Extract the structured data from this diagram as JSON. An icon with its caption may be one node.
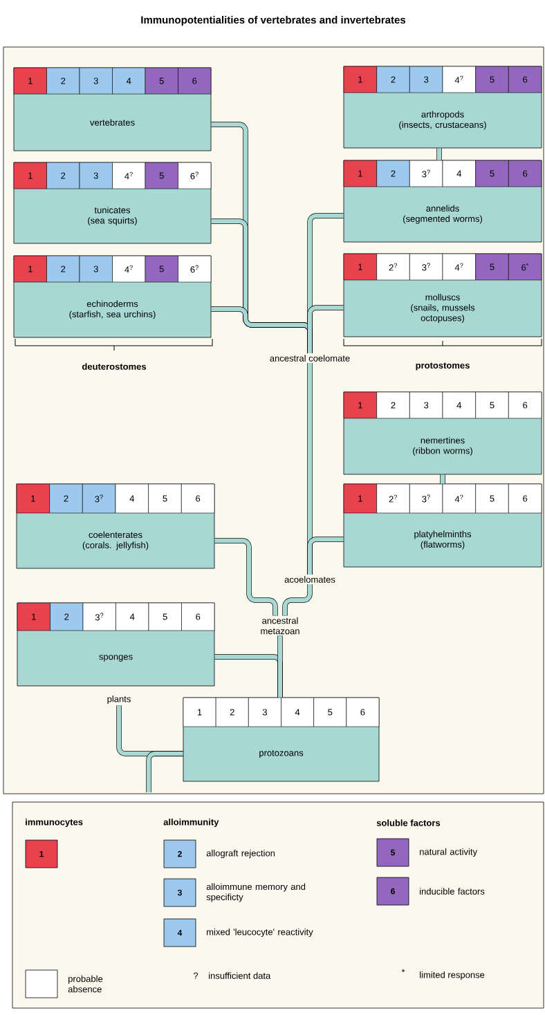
{
  "diagram": {
    "title": "Immunopotentialities of vertebrates and invertebrates",
    "nodes": [
      {
        "text": [
          "vertebrates"
        ]
      },
      {
        "text": [
          "1"
        ],
        "in": 0
      },
      {
        "text": [
          "2"
        ],
        "in": 0
      },
      {
        "text": [
          "3"
        ],
        "in": 0
      },
      {
        "text": [
          "4"
        ],
        "in": 0
      },
      {
        "text": [
          "5"
        ],
        "in": 0
      },
      {
        "text": [
          "6"
        ],
        "in": 0
      },
      {
        "text": [
          "arthropods",
          "(insects, crustaceans)"
        ]
      },
      {
        "text": [
          "1"
        ],
        "in": 7
      },
      {
        "text": [
          "2"
        ],
        "in": 7
      },
      {
        "text": [
          "3"
        ],
        "in": 7
      },
      {
        "text": [
          "4$^{?}$"
        ],
        "in": 7
      },
      {
        "text": [
          "5"
        ],
        "in": 7
      },
      {
        "text": [
          "6"
        ],
        "in": 7
      },
      {
        "text": [
          "tunicates",
          "(sea squirts)"
        ]
      },
      {
        "text": [
          "1"
        ],
        "in": 14
      },
      {
        "text": [
          "2"
        ],
        "in": 14
      },
      {
        "text": [
          "3"
        ],
        "in": 14
      },
      {
        "text": [
          "4$^{?}$"
        ],
        "in": 14
      },
      {
        "text": [
          "5"
        ],
        "in": 14
      },
      {
        "text": [
          "6$^{?}$"
        ],
        "in": 14
      },
      {
        "text": [
          "annelids",
          "(segmented worms)"
        ]
      },
      {
        "text": [
          "1"
        ],
        "in": 21
      },
      {
        "text": [
          "2"
        ],
        "in": 21
      },
      {
        "text": [
          "3$^{?}$"
        ],
        "in": 21
      },
      {
        "text": [
          "4"
        ],
        "in": 21
      },
      {
        "text": [
          "5"
        ],
        "in": 21
      },
      {
        "text": [
          "6"
        ],
        "in": 21
      },
      {
        "text": [
          "echinoderms",
          "(starfish, sea urchins)"
        ]
      },
      {
        "text": [
          "1"
        ],
        "in": 28
      },
      {
        "text": [
          "2"
        ],
        "in": 28
      },
      {
        "text": [
          "3"
        ],
        "in": 28
      },
      {
        "text": [
          "4$^{?}$"
        ],
        "in": 28
      },
      {
        "text": [
          "5"
        ],
        "in": 28
      },
      {
        "text": [
          "6$^{?}$"
        ],
        "in": 28
      },
      {
        "text": [
          "molluscs",
          "(snails, mussels octopuses)"
        ]
      },
      {
        "text": [
          "1"
        ],
        "in": 35
      },
      {
        "text": [
          "2$^{?}$"
        ],
        "in": 35
      },
      {
        "text": [
          "3$^{?}$"
        ],
        "in": 35
      },
      {
        "text": [
          "4$^{?}$"
        ],
        "in": 35
      },
      {
        "text": [
          "5"
        ],
        "in": 35
      },
      {
        "text": [
          "6$^{*}$"
        ],
        "in": 35
      },
      {
        "text": [
          "ancestral coelomate"
        ]
      },
      {
        "text": [
          "nemertines",
          "(ribbon worms)"
        ]
      },
      {
        "text": [
          "1"
        ],
        "in": 43
      },
      {
        "text": [
          "2"
        ],
        "in": 43
      },
      {
        "text": [
          "3"
        ],
        "in": 43
      },
      {
        "text": [
          "4"
        ],
        "in": 43
      },
      {
        "text": [
          "5"
        ],
        "in": 43
      },
      {
        "text": [
          "6"
        ],
        "in": 43
      },
      {
        "text": [
          "coelenterates",
          "(corals. jellyfish)"
        ]
      },
      {
        "text": [
          "1"
        ],
        "in": 50
      },
      {
        "text": [
          "2"
        ],
        "in": 50
      },
      {
        "text": [
          "3$^{?}$"
        ],
        "in": 50
      },
      {
        "text": [
          "4"
        ],
        "in": 50
      },
      {
        "text": [
          "5"
        ],
        "in": 50
      },
      {
        "text": [
          "6"
        ],
        "in": 50
      },
      {
        "text": [
          "platyhelminths",
          "(flatworms)"
        ]
      },
      {
        "text": [
          "1"
        ],
        "in": 57
      },
      {
        "text": [
          "2$^{?}$"
        ],
        "in": 57
      },
      {
        "text": [
          "3$^{?}$"
        ],
        "in": 57
      },
      {
        "text": [
          "4$^{?}$"
        ],
        "in": 57
      },
      {
        "text": [
          "5"
        ],
        "in": 57
      },
      {
        "text": [
          "6"
        ],
        "in": 57
      },
      {
        "text": [
          "acoelomates"
        ]
      },
      {
        "text": [
          "sponges"
        ]
      },
      {
        "text": [
          "1"
        ],
        "in": 65
      },
      {
        "text": [
          "2"
        ],
        "in": 65
      },
      {
        "text": [
          "3$^{?}$"
        ],
        "in": 65
      },
      {
        "text": [
          "4"
        ],
        "in": 65
      },
      {
        "text": [
          "5"
        ],
        "in": 65
      },
      {
        "text": [
          "6"
        ],
        "in": 65
      },
      {
        "text": [
          "ancestral metazoan"
        ]
      },
      {
        "text": [
          "plants"
        ]
      },
      {
        "text": [
          "protozoans"
        ]
      },
      {
        "text": [
          "1"
        ],
        "in": 74
      },
      {
        "text": [
          "2"
        ],
        "in": 74
      },
      {
        "text": [
          "3"
        ],
        "in": 74
      },
      {
        "text": [
          "4"
        ],
        "in": 74
      },
      {
        "text": [
          "5"
        ],
        "in": 74
      },
      {
        "text": [
          "6"
        ],
        "in": 74
      }
    ],
    "edges": [
      {
        "from": 0,
        "to": 42,
        "arrow": "none"
      },
      {
        "from": 7,
        "to": 21,
        "arrow": "none"
      },
      {
        "from": 14,
        "to": 42,
        "arrow": "none"
      },
      {
        "from": 21,
        "to": 42,
        "arrow": "none"
      },
      {
        "from": 28,
        "to": 42,
        "arrow": "none"
      },
      {
        "from": 35,
        "to": 42,
        "arrow": "none"
      },
      {
        "from": 43,
        "to": 57,
        "arrow": "none"
      },
      {
        "from": 42,
        "to": 64,
        "arrow": "none"
      },
      {
        "from": 57,
        "to": 64,
        "arrow": "none"
      },
      {
        "from": 50,
        "to": 72,
        "arrow": "none"
      },
      {
        "from": 64,
        "to": 72,
        "arrow": "none"
      },
      {
        "from": 65,
        "to": 74,
        "arrow": "none"
      },
      {
        "from": 72,
        "to": 74,
        "arrow": "none"
      },
      {
        "from": 73,
        "to": 74,
        "arrow": "none"
      },
      {
        "from": 74,
        "to": null,
        "arrow": "none"
      }
    ],
    "labels": [
      "deuterostomes",
      "protostomes",
      "alloimmunity",
      "soluble factors",
      "1",
      "2",
      "5",
      "3",
      "6",
      "4",
      "?",
      "insufficient data",
      "*",
      "limited response"
    ],
    "legend": [
      {
        "text": "immunocytes",
        "color": "#e8424f"
      },
      {
        "text": "allograft rejection",
        "color": "#9ec9ef"
      },
      {
        "text": "alloimmune memory and specificty",
        "color": "#9ec9ef"
      },
      {
        "text": "mixed 'leucocyte' reactivity",
        "color": "#9ec9ef"
      },
      {
        "text": "natural activity",
        "color": "#9467be"
      },
      {
        "text": "inducible factors",
        "color": "#9467be"
      },
      {
        "text": "probable absence",
        "color": "#ffffff"
      }
    ]
  }
}
